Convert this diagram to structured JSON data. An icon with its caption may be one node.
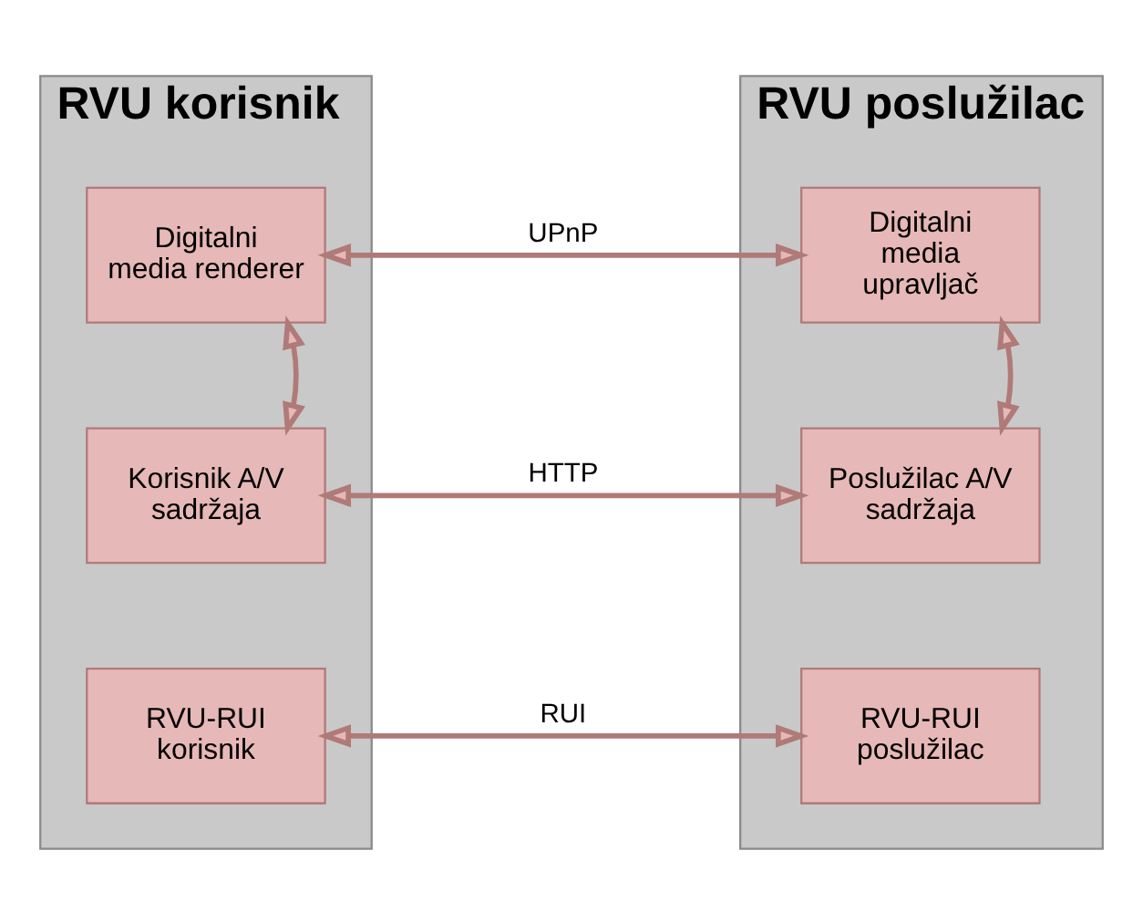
{
  "diagram": {
    "nodes": [
      {
        "text": [
          "RVU korisnik"
        ]
      },
      {
        "text": [
          "Digitalni media renderer"
        ],
        "in": 0
      },
      {
        "text": [
          "Korisnik A/V sadržaja"
        ],
        "in": 0
      },
      {
        "text": [
          "RVU-RUI korisnik"
        ],
        "in": 0
      },
      {
        "text": [
          "RVU poslužilac"
        ]
      },
      {
        "text": [
          "Digitalni media upravljač"
        ],
        "in": 4
      },
      {
        "text": [
          "Poslužilac A/V sadržaja"
        ],
        "in": 4
      },
      {
        "text": [
          "RVU-RUI poslužilac"
        ],
        "in": 4
      }
    ],
    "edges": [
      {
        "from": 1,
        "to": 5,
        "arrow": "both",
        "label": "UPnP"
      },
      {
        "from": 1,
        "to": 2,
        "arrow": "both"
      },
      {
        "from": 2,
        "to": 6,
        "arrow": "both",
        "label": "HTTP"
      },
      {
        "from": 5,
        "to": 6,
        "arrow": "both"
      },
      {
        "from": 3,
        "to": 7,
        "arrow": "both",
        "label": "RUI"
      }
    ]
  }
}
